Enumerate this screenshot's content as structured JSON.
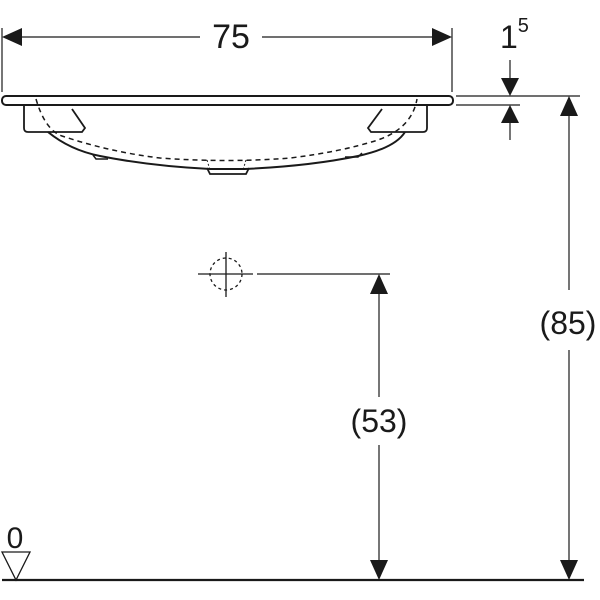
{
  "drawing": {
    "subject": "washbasin side elevation with installation dimensions",
    "colors": {
      "line": "#1a1a1a",
      "background": "#ffffff"
    },
    "dimensions": {
      "width": {
        "label": "75"
      },
      "rim_thickness": {
        "base": "1",
        "superscript": "5"
      },
      "overall_height": {
        "label": "(85)"
      },
      "drain_height": {
        "label": "(53)"
      },
      "floor_level": {
        "label": "0"
      }
    },
    "symbols": [
      "drain-centre-crosshair",
      "floor-level-triangle"
    ]
  }
}
